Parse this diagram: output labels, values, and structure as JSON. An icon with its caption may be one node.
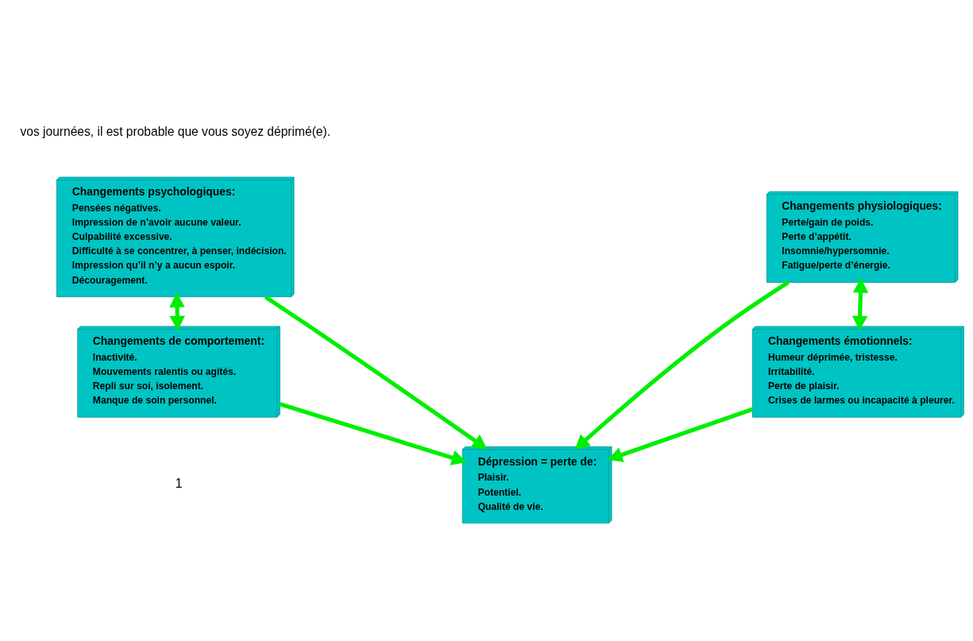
{
  "diagram": {
    "nodes": [
      {
        "text": [
          "Changements psychologiques:",
          "Pensées négatives.",
          "Impression de n’avoir aucune valeur.",
          "Culpabilité excessive.",
          "Difficulté à se concentrer, à penser, indécision.",
          "Impression qu’il n’y a aucun espoir.",
          "Découragement."
        ]
      },
      {
        "text": [
          "Changements physiologiques:",
          "Perte/gain de poids.",
          "Perte d’appétit.",
          "Insomnie/hypersomnie.",
          "Fatigue/perte d’énergie."
        ]
      },
      {
        "text": [
          "Dépression = perte de:",
          "Plaisir.",
          "Potentiel.",
          "Qualité de vie."
        ]
      },
      {
        "text": [
          "Changements de comportement:",
          "Inactivité.",
          "Mouvements ralentis ou agités.",
          "Repli sur soi, isolement.",
          "Manque de soin personnel."
        ]
      },
      {
        "text": [
          "Changements émotionnels:",
          "Humeur déprimée, tristesse.",
          "Irritabilité.",
          "Perte de plaisir.",
          "Crises de larmes ou incapacité à pleurer."
        ]
      }
    ],
    "edges": [
      {
        "from": 0,
        "to": 3,
        "arrow": "both"
      },
      {
        "from": 0,
        "to": 2,
        "arrow": "to"
      },
      {
        "from": 3,
        "to": 2,
        "arrow": "to"
      },
      {
        "from": 1,
        "to": 4,
        "arrow": "both"
      },
      {
        "from": 1,
        "to": 2,
        "arrow": "to"
      },
      {
        "from": 4,
        "to": 2,
        "arrow": "to"
      }
    ],
    "labels": [
      "vos journées, il est probable que vous soyez déprimé(e).",
      "1"
    ]
  }
}
